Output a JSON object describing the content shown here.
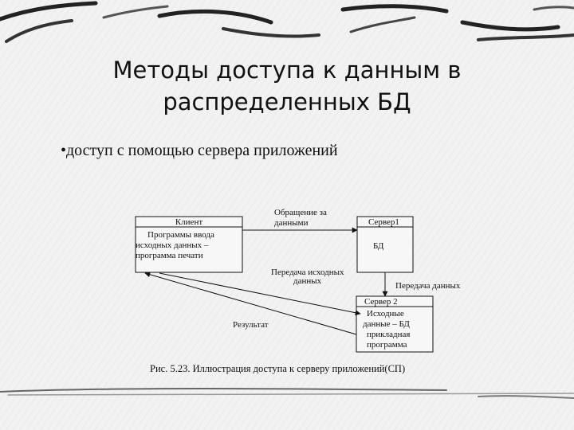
{
  "slide": {
    "title_line1": "Методы доступа к данным в",
    "title_line2": "распределенных БД",
    "bullet": "•доступ с помощью сервера приложений"
  },
  "diagram": {
    "client": {
      "name": "Клиент",
      "lines": [
        "Программы ввода",
        "исходных данных –",
        "программа печати"
      ]
    },
    "server1": {
      "name": "Сервер1",
      "content": "БД"
    },
    "server2": {
      "name": "Сервер 2",
      "lines": [
        "Исходные",
        "данные – БД",
        "прикладная",
        "программа"
      ]
    },
    "labels": {
      "request_line1": "Обращение за",
      "request_line2": "данными",
      "transfer_source_line1": "Передача исходных",
      "transfer_source_line2": "данных",
      "transfer_data": "Передача данных",
      "result": "Результат"
    },
    "caption": "Рис. 5.23. Иллюстрация доступа к серверу приложений(СП)"
  }
}
